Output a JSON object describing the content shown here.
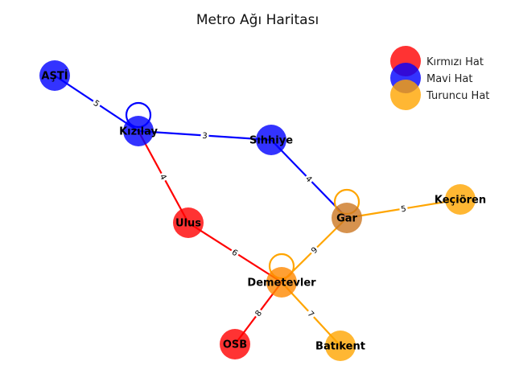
{
  "title": "Metro Ağı Haritası",
  "legend": [
    {
      "label": "Kırmızı Hat",
      "color": "#ff0000"
    },
    {
      "label": "Mavi Hat",
      "color": "#0000ff"
    },
    {
      "label": "Turuncu Hat",
      "color": "#ffa500"
    }
  ],
  "stations": [
    {
      "id": "asti",
      "label": "AŞTİ",
      "color": "#0000ff",
      "loop": false
    },
    {
      "id": "kizilay",
      "label": "Kızılay",
      "color": "#0000ff",
      "loop": true,
      "loop_color": "#0000ff"
    },
    {
      "id": "sihhiye",
      "label": "Sıhhiye",
      "color": "#0000ff",
      "loop": false
    },
    {
      "id": "ulus",
      "label": "Ulus",
      "color": "#ff0000",
      "loop": false
    },
    {
      "id": "gar",
      "label": "Gar",
      "color": "#cc7722",
      "loop": true,
      "loop_color": "#ffa500"
    },
    {
      "id": "kecioren",
      "label": "Keçiören",
      "color": "#ffa500",
      "loop": false
    },
    {
      "id": "demetevler",
      "label": "Demetevler",
      "color": "#ff8800",
      "loop": true,
      "loop_color": "#ffa500"
    },
    {
      "id": "osb",
      "label": "OSB",
      "color": "#ff0000",
      "loop": false
    },
    {
      "id": "batikent",
      "label": "Batıkent",
      "color": "#ffa500",
      "loop": false
    }
  ],
  "connections": [
    {
      "from": "asti",
      "to": "kizilay",
      "weight": "5",
      "color": "#0000ff"
    },
    {
      "from": "kizilay",
      "to": "sihhiye",
      "weight": "3",
      "color": "#0000ff"
    },
    {
      "from": "sihhiye",
      "to": "gar",
      "weight": "4",
      "color": "#0000ff"
    },
    {
      "from": "kizilay",
      "to": "ulus",
      "weight": "4",
      "color": "#ff0000"
    },
    {
      "from": "ulus",
      "to": "demetevler",
      "weight": "6",
      "color": "#ff0000"
    },
    {
      "from": "demetevler",
      "to": "osb",
      "weight": "8",
      "color": "#ff0000"
    },
    {
      "from": "demetevler",
      "to": "gar",
      "weight": "9",
      "color": "#ffa500"
    },
    {
      "from": "gar",
      "to": "kecioren",
      "weight": "5",
      "color": "#ffa500"
    },
    {
      "from": "demetevler",
      "to": "batikent",
      "weight": "7",
      "color": "#ffa500"
    }
  ]
}
